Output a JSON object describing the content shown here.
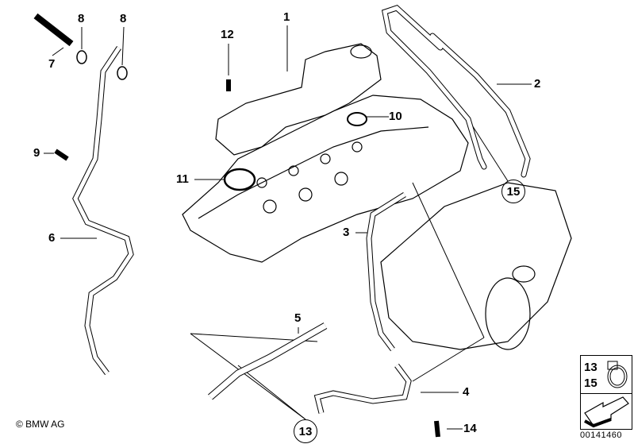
{
  "diagram": {
    "callouts": [
      "1",
      "2",
      "3",
      "4",
      "5",
      "6",
      "7",
      "8",
      "8",
      "9",
      "10",
      "11",
      "12",
      "13",
      "14",
      "15"
    ],
    "circled": {
      "a": "15",
      "b": "13"
    },
    "copyright": "© BMW AG",
    "image_code": "00141460",
    "legend_box": {
      "top_label": "13",
      "bottom_label": "15"
    }
  }
}
